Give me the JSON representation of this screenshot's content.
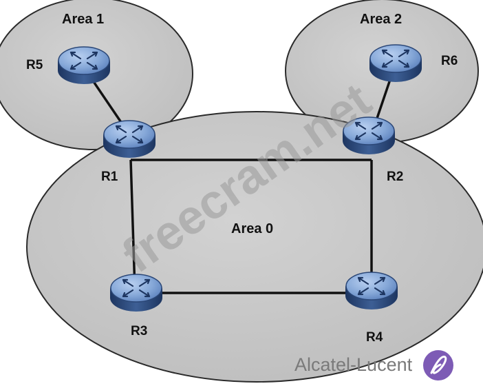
{
  "areas": {
    "area1": "Area 1",
    "area2": "Area 2",
    "area0": "Area 0"
  },
  "routers": {
    "r1": "R1",
    "r2": "R2",
    "r3": "R3",
    "r4": "R4",
    "r5": "R5",
    "r6": "R6"
  },
  "links": [
    [
      "R5",
      "R1"
    ],
    [
      "R6",
      "R2"
    ],
    [
      "R1",
      "R2"
    ],
    [
      "R1",
      "R3"
    ],
    [
      "R2",
      "R4"
    ],
    [
      "R3",
      "R4"
    ]
  ],
  "watermark": "freecram.net",
  "logo": {
    "name": "Alcatel-Lucent",
    "color": "#7d5bb5"
  },
  "colors": {
    "area_fill": "#c9c9c9",
    "area_stroke": "#2a2a2a",
    "router_top": "#8fb0de",
    "router_body": "#2f4f82"
  }
}
